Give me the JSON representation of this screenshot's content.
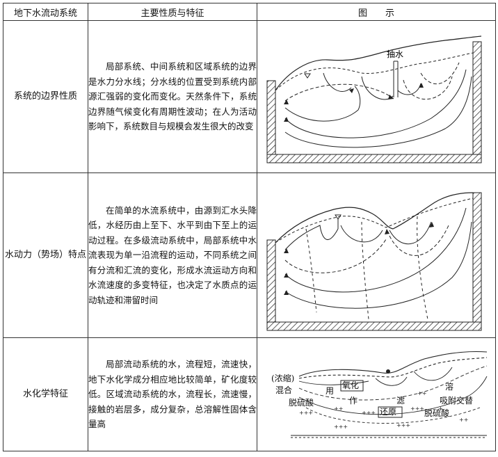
{
  "header": {
    "col1": "地下水流动系统",
    "col2": "主要性质与特征",
    "col3": "图　　示"
  },
  "rows": [
    {
      "label": "系统的边界性质",
      "text": "局部系统、中间系统和区域系统的边界是水力分水线；分水线的位置受到系统内部源汇强弱的变化而变化。天然条件下，系统边界随气候变化有周期性波动；在人为活动影响下，系统数目与规模会发生很大的改变",
      "figure_label": "抽水"
    },
    {
      "label": "水动力（势场）特点",
      "text": "在简单的水流系统中，由源到汇水头降低，水经历由上至下、水平到由下至上的运动过程。在多级流动系统中，局部系统中水流表现为单一沿流程的运动，不同系统之间有分流和汇流的变化，形成水流运动方向和水流速度的多变特征，也决定了水质点的运动轨迹和滞留时间"
    },
    {
      "label": "水化学特征",
      "text": "局部流动系统的水，流程短，流速快，地下水化学成分相应地比较简单，矿化度较低。区域流动系统的水，流程长，流速慢，接触的岩层多，成分复杂，总溶解性固体含量高",
      "figure_labels": {
        "concentrate": "(浓缩)",
        "mix": "混合",
        "desulf1": "脱硫酸",
        "use": "用",
        "oxidize": "氧化",
        "act": "作",
        "filter": "滤",
        "dissolve": "溶",
        "adsorb": "吸附交替",
        "reduce": "还原",
        "desulf2": "脱硫酸"
      }
    }
  ]
}
